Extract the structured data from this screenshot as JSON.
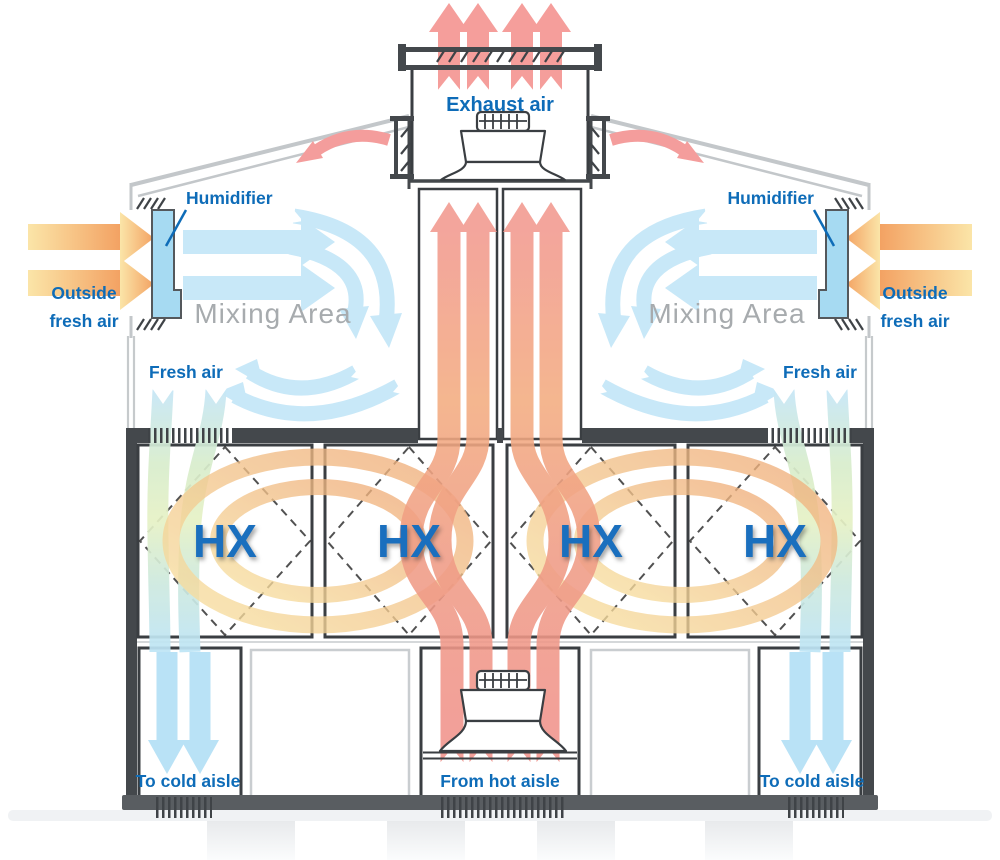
{
  "labels": {
    "exhaust_air": "Exhaust air",
    "humidifier": "Humidifier",
    "outside_fresh_air_line1": "Outside",
    "outside_fresh_air_line2": "fresh air",
    "mixing_area": "Mixing Area",
    "fresh_air": "Fresh air",
    "to_cold_aisle": "To cold aisle",
    "from_hot_aisle": "From hot aisle"
  },
  "hx_units": [
    {
      "label": "HX"
    },
    {
      "label": "HX"
    },
    {
      "label": "HX"
    },
    {
      "label": "HX"
    }
  ],
  "colors": {
    "label_blue": "#0E6CB8",
    "hx_blue": "#1A6FBE",
    "text_gray": "#A7ABAE",
    "wall_dark": "#44484C",
    "wall_light": "#C6CACC",
    "roof_gray": "#C3C7CA",
    "floor_dark": "#595D61",
    "grille_dark": "#3F4347",
    "box_dark": "#3A3E42",
    "box_light": "#C9CDD0",
    "humidifier_blue": "#A6DAF2",
    "cool_blue": "#C8E8F8",
    "cold_arrow_blue": "#B9E2F6",
    "exhaust_red": "#F59E9B",
    "roof_arrow_red": "#F49D9C",
    "hot_a": "#F2998F",
    "hot_b": "#F3AC80",
    "hot_c": "#F09C86",
    "hot_d": "#F1928C",
    "warm_yellow": "#FBE5A8",
    "warm_orange": "#F3A263",
    "ring_yellow": "#F8E3A3",
    "ring_orange": "#EFAB79",
    "fresh_a": "#C6E7F7",
    "fresh_b": "#D8EDCD",
    "fresh_c": "#E6F1C5",
    "fresh_d": "#CFEADD",
    "fresh_e": "#BEE5F6",
    "pillar_a": "#E8EAEC",
    "pillar_b": "#FBFCFD"
  }
}
